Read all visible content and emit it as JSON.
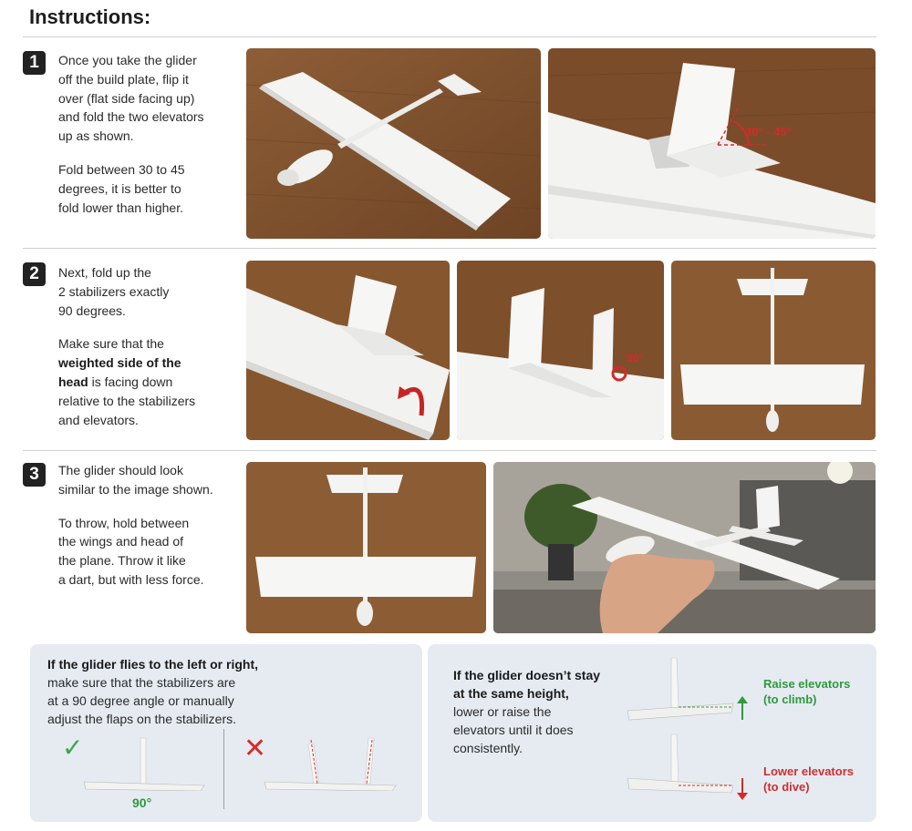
{
  "header": {
    "title": "Instructions:"
  },
  "steps": [
    {
      "number": "1",
      "lines_a": [
        "Once you take the glider",
        "off the build plate, flip it",
        "over (flat side facing up)",
        "and fold the two elevators",
        "up as shown."
      ],
      "lines_b": [
        "Fold between 30 to 45",
        "degrees, it is better to",
        "fold lower than higher."
      ],
      "angle_label": "30° - 45°"
    },
    {
      "number": "2",
      "lines_a": [
        "Next, fold up the",
        "2 stabilizers exactly",
        "90 degrees."
      ],
      "lines_b_pre": "Make sure that the",
      "lines_b_bold": [
        "weighted side of the",
        "head"
      ],
      "lines_b_rest": [
        "is facing down",
        "relative to the stabilizers",
        "and elevators."
      ],
      "angle_label": "90°"
    },
    {
      "number": "3",
      "lines_a": [
        "The glider should look",
        "similar to the image shown."
      ],
      "lines_b": [
        "To throw, hold between",
        "the wings and head of",
        "the plane. Throw it like",
        "a dart, but with less force."
      ]
    }
  ],
  "tips": {
    "left": {
      "heading": "If the glider flies to the left or right,",
      "lines": [
        "make sure that the stabilizers are",
        "at a 90 degree angle or manually",
        "adjust the flaps on the stabilizers."
      ],
      "correct_symbol": "✓",
      "wrong_symbol": "✕",
      "angle_label": "90°"
    },
    "right": {
      "heading_lines": [
        "If the glider doesn’t stay",
        "at the same height,"
      ],
      "lines": [
        "lower or raise the",
        "elevators until it does",
        "consistently."
      ],
      "raise_label": [
        "Raise elevators",
        "(to climb)"
      ],
      "lower_label": [
        "Lower elevators",
        "(to dive)"
      ]
    }
  },
  "colors": {
    "green": "#2f9a3e",
    "red": "#d62b2b",
    "panel": "#e6ebf2",
    "wood": "#8a5a33"
  }
}
